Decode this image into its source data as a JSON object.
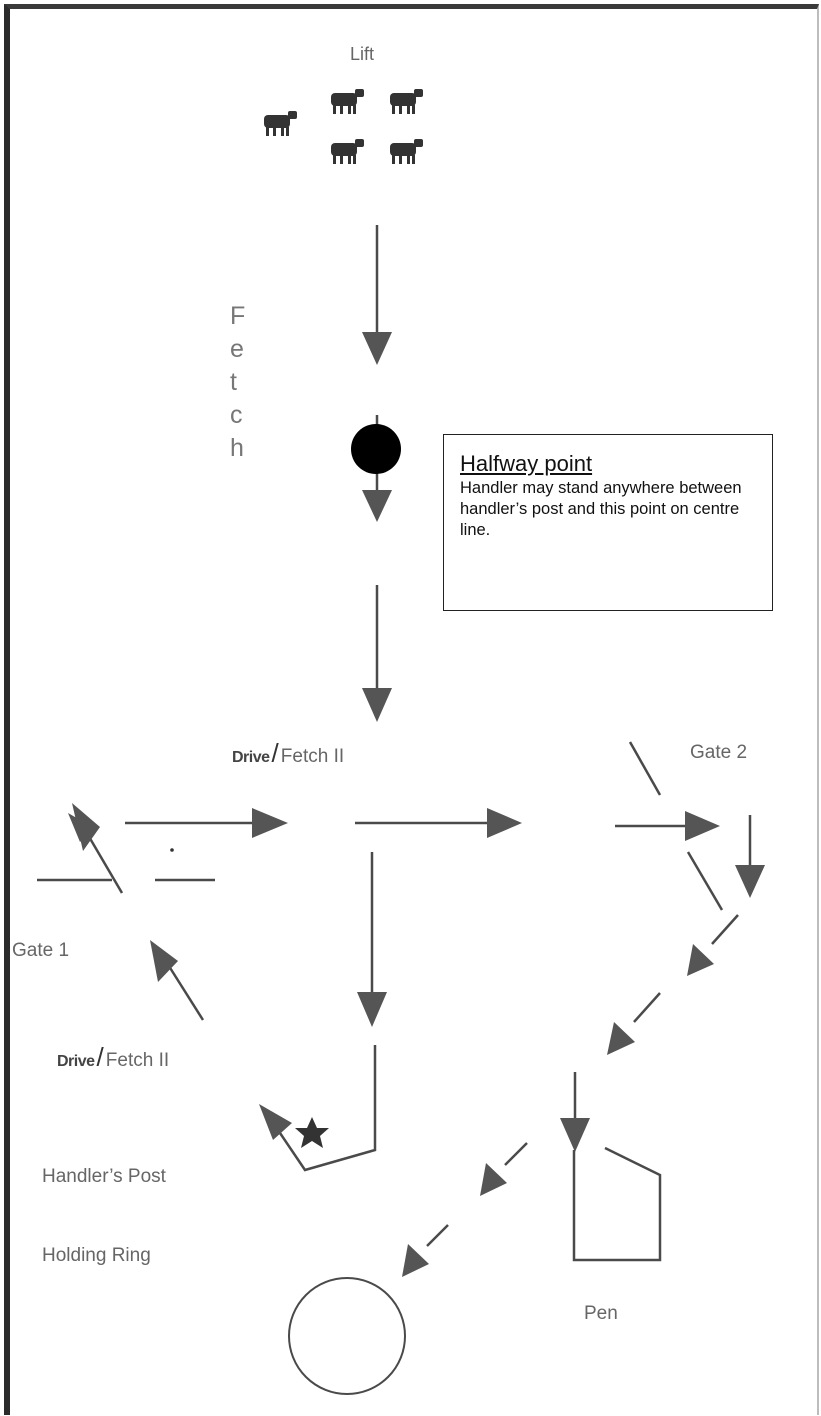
{
  "labels": {
    "lift": "Lift",
    "fetch_letters": [
      "F",
      "e",
      "t",
      "c",
      "h"
    ],
    "drive_word": "Drive",
    "fetch_ii": "Fetch II",
    "slash": "/",
    "gate1": "Gate 1",
    "gate2": "Gate 2",
    "handlers_post": "Handler’s Post",
    "holding_ring": "Holding Ring",
    "pen": "Pen"
  },
  "halfway_box": {
    "title": "Halfway point",
    "text": "Handler may stand anywhere between handler’s post and this point on centre line."
  },
  "colors": {
    "arrow": "#555555",
    "line": "#4a4a4a",
    "label": "#666666",
    "dot": "#000000"
  },
  "icons": [
    "sheep-icon",
    "star-icon",
    "halfway-dot"
  ]
}
